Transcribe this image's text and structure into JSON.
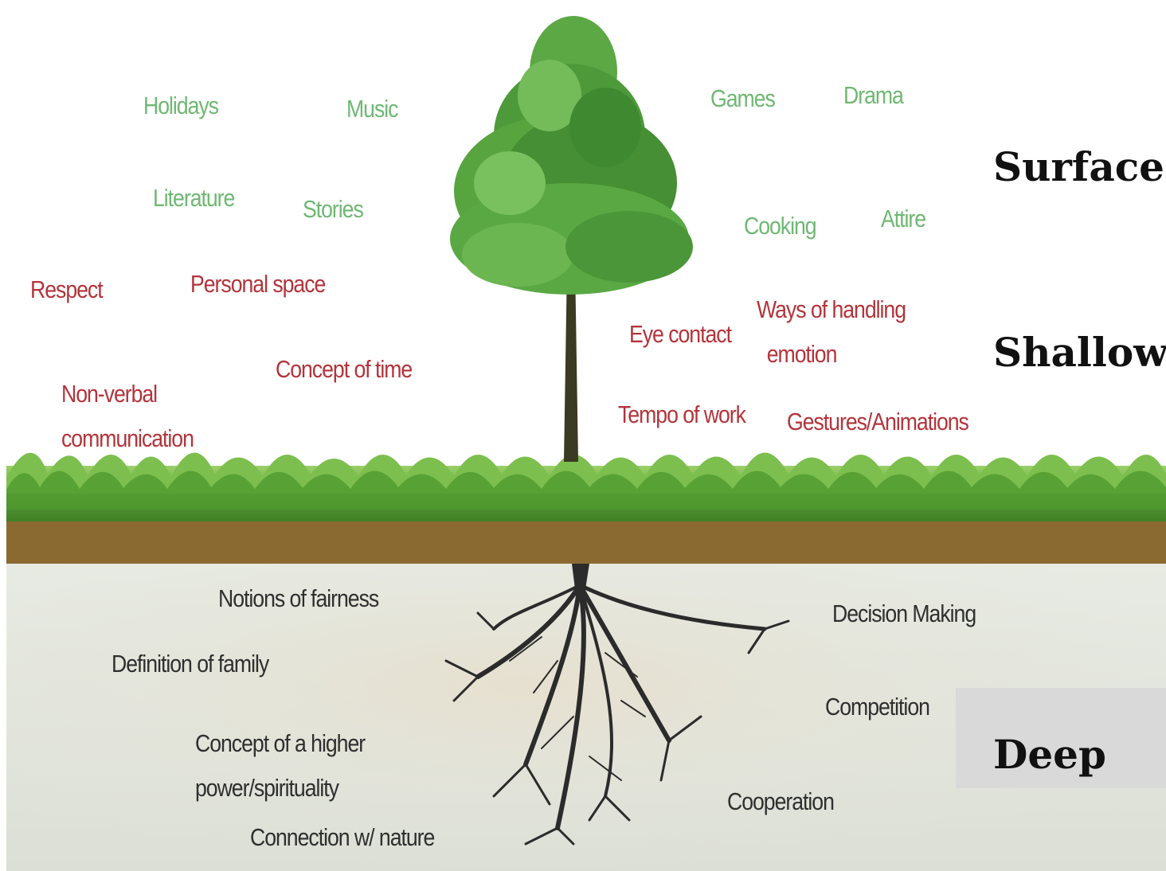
{
  "colors": {
    "surface_text": "#6fb873",
    "shallow_text": "#b3343b",
    "deep_text": "#2f2f2f",
    "grass": "#5da43a",
    "soil": "#8b6a32",
    "underground": "#e3e6df",
    "roots": "#2b2b2b",
    "foliage": "#4e9a3a"
  },
  "levels": {
    "surface": "Surface",
    "shallow": "Shallow",
    "deep": "Deep"
  },
  "surface_items": {
    "holidays": "Holidays",
    "music": "Music",
    "games": "Games",
    "drama": "Drama",
    "literature": "Literature",
    "stories": "Stories",
    "cooking": "Cooking",
    "attire": "Attire"
  },
  "shallow_items": {
    "respect": "Respect",
    "personal_space": "Personal space",
    "ways_of_handling_emotion": "Ways of handling\n  emotion",
    "eye_contact": "Eye contact",
    "concept_of_time": "Concept of time",
    "non_verbal_communication": "Non-verbal\ncommunication",
    "tempo_of_work": "Tempo of work",
    "gestures_animations": "Gestures/Animations"
  },
  "deep_items": {
    "notions_of_fairness": "Notions of fairness",
    "decision_making": "Decision Making",
    "definition_of_family": "Definition of family",
    "competition": "Competition",
    "concept_higher_power": "Concept of a higher\npower/spirituality",
    "cooperation": "Cooperation",
    "connection_with_nature": "Connection w/ nature"
  }
}
